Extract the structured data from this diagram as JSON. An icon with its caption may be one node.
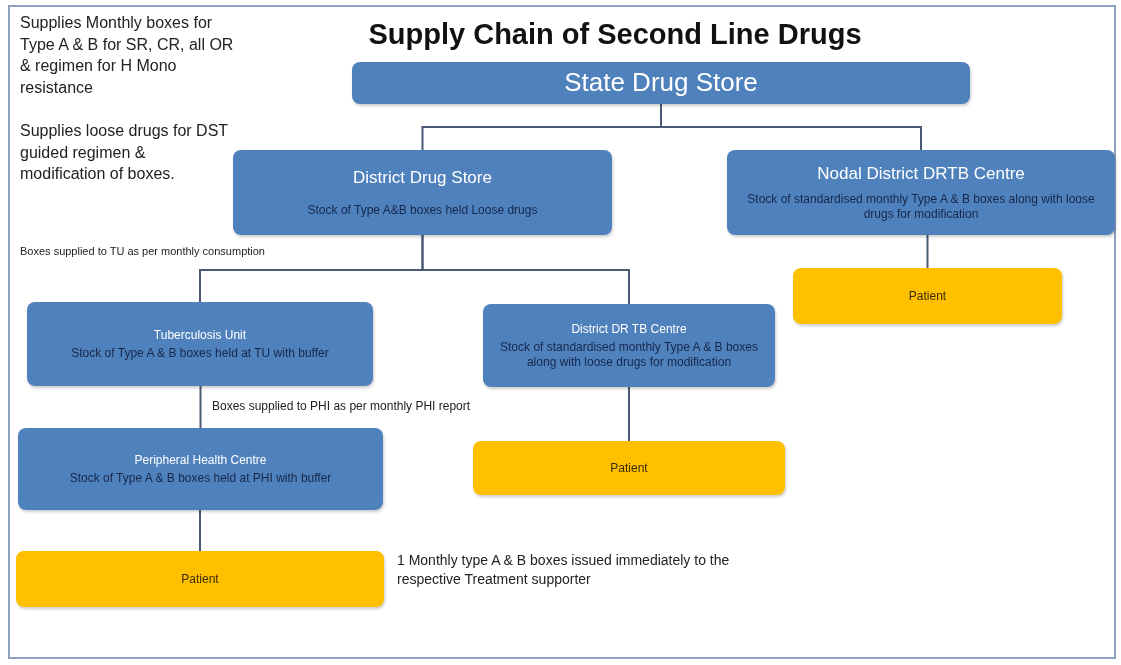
{
  "diagram": {
    "title": "Supply Chain of Second Line Drugs",
    "nodes": [
      {
        "text": [
          "State Drug Store"
        ]
      },
      {
        "text": [
          "District Drug Store",
          "Stock of Type A&B boxes held Loose drugs"
        ]
      },
      {
        "text": [
          "Nodal District DRTB Centre",
          "Stock of standardised monthly Type A & B boxes along with loose drugs for modification"
        ]
      },
      {
        "text": [
          "Patient"
        ]
      },
      {
        "text": [
          "Tuberculosis Unit",
          "Stock of Type A & B boxes held at TU with buffer"
        ]
      },
      {
        "text": [
          "District DR TB Centre",
          "Stock of standardised monthly Type A & B boxes along with loose drugs for modification"
        ]
      },
      {
        "text": [
          "Peripheral Health Centre",
          "Stock of Type A & B boxes held at PHI with buffer"
        ]
      },
      {
        "text": [
          "Patient"
        ]
      },
      {
        "text": [
          "Patient"
        ],
        "beside": [
          "1 Monthly type A & B boxes issued immediately to the respective Treatment supporter"
        ]
      }
    ],
    "edges": [
      {
        "from": 0,
        "to": 1,
        "arrow": "none"
      },
      {
        "from": 0,
        "to": 2,
        "arrow": "none"
      },
      {
        "from": 2,
        "to": 3,
        "arrow": "none"
      },
      {
        "from": 1,
        "to": 4,
        "arrow": "none"
      },
      {
        "from": 1,
        "to": 5,
        "arrow": "none"
      },
      {
        "from": 4,
        "to": 6,
        "arrow": "none",
        "label": "Boxes supplied to PHI as per monthly PHI report"
      },
      {
        "from": 5,
        "to": 7,
        "arrow": "none"
      },
      {
        "from": 6,
        "to": 8,
        "arrow": "none"
      }
    ],
    "labels": [
      "Supplies Monthly boxes for Type A & B for SR, CR, all OR & regimen for H Mono resistance",
      "Supplies loose drugs for DST guided regimen & modification of boxes.",
      "Boxes supplied to TU as per monthly consumption"
    ]
  }
}
